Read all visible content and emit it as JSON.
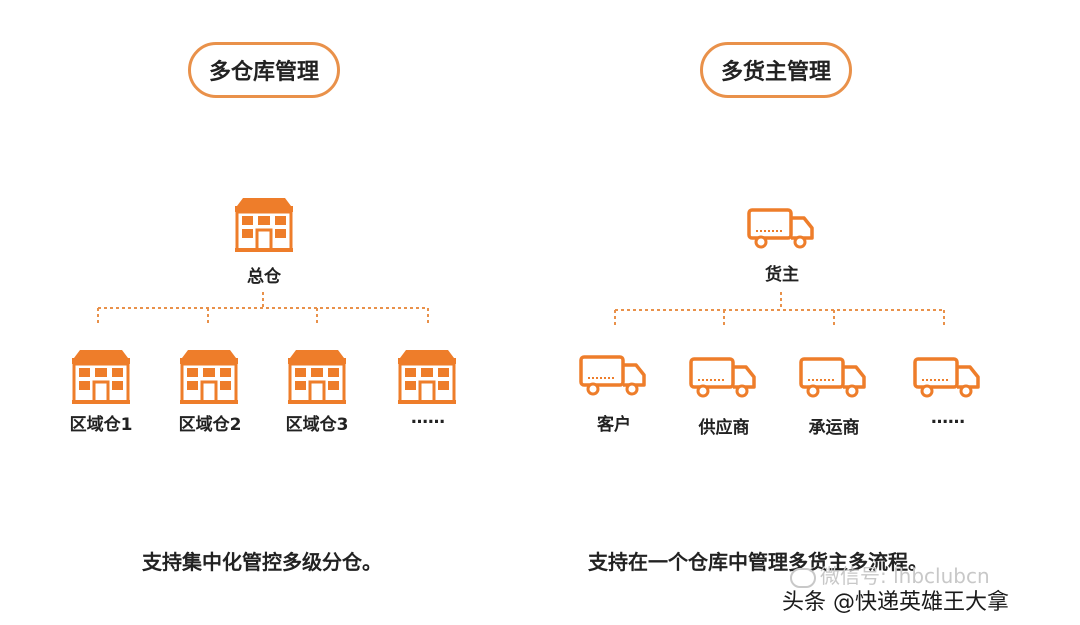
{
  "left": {
    "title": "多仓库管理",
    "root": "总仓",
    "children": [
      "区域仓1",
      "区域仓2",
      "区域仓3",
      "……"
    ],
    "caption": "支持集中化管控多级分仓。"
  },
  "right": {
    "title": "多货主管理",
    "root": "货主",
    "children": [
      "客户",
      "供应商",
      "承运商",
      "……"
    ],
    "caption": "支持在一个仓库中管理多货主多流程。"
  },
  "watermark": {
    "line1": "微信号: lhbclubcn",
    "line2": "头条 @快递英雄王大拿"
  },
  "colors": {
    "accent": "#e9914a",
    "icon": "#ee7d2a"
  }
}
